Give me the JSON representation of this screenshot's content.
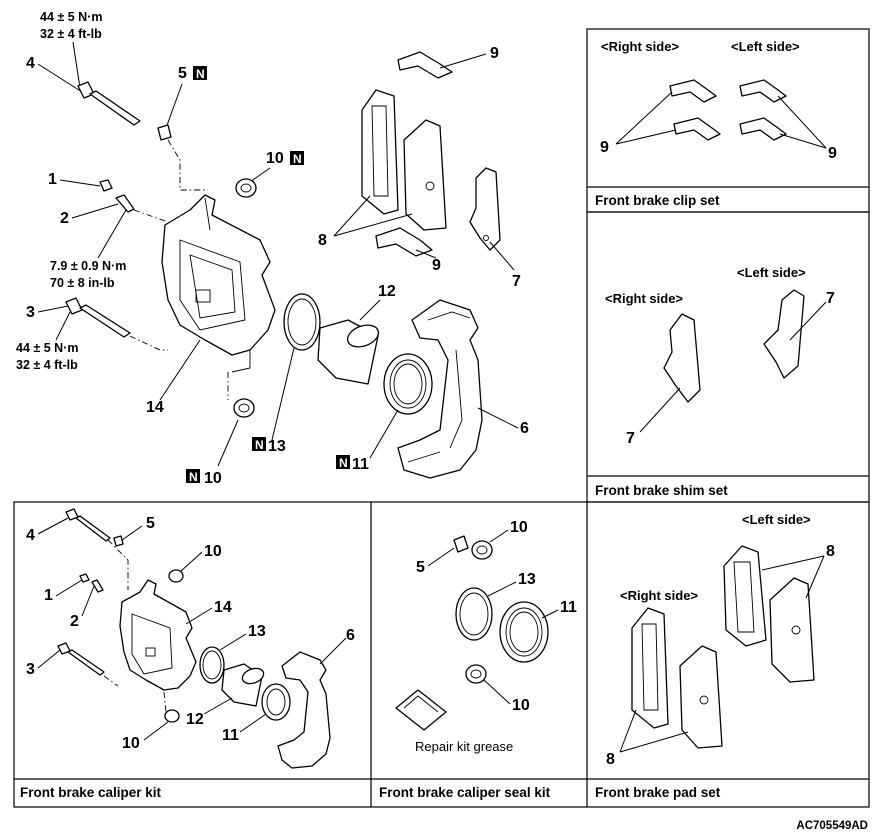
{
  "labels": {
    "n1": "1",
    "n2": "2",
    "n3": "3",
    "n4": "4",
    "n5": "5",
    "n6": "6",
    "n7": "7",
    "n8": "8",
    "n9": "9",
    "n10": "10",
    "n11": "11",
    "n12": "12",
    "n13": "13",
    "n14": "14",
    "n_mark": "N"
  },
  "torque": {
    "top_nm": "44 ± 5 N·m",
    "top_ftlb": "32 ± 4 ft-lb",
    "mid_nm": "7.9 ± 0.9 N·m",
    "mid_inlb": "70 ± 8 in-lb",
    "low_nm": "44 ± 5 N·m",
    "low_ftlb": "32 ± 4 ft-lb"
  },
  "sides": {
    "right": "<Right side>",
    "left": "<Left side>"
  },
  "kits": {
    "clip_set": "Front brake clip set",
    "shim_set": "Front brake shim set",
    "caliper_kit": "Front brake caliper kit",
    "seal_kit": "Front brake caliper seal kit",
    "pad_set": "Front brake pad set"
  },
  "grease_label": "Repair kit grease",
  "figure_code": "AC705549AD"
}
